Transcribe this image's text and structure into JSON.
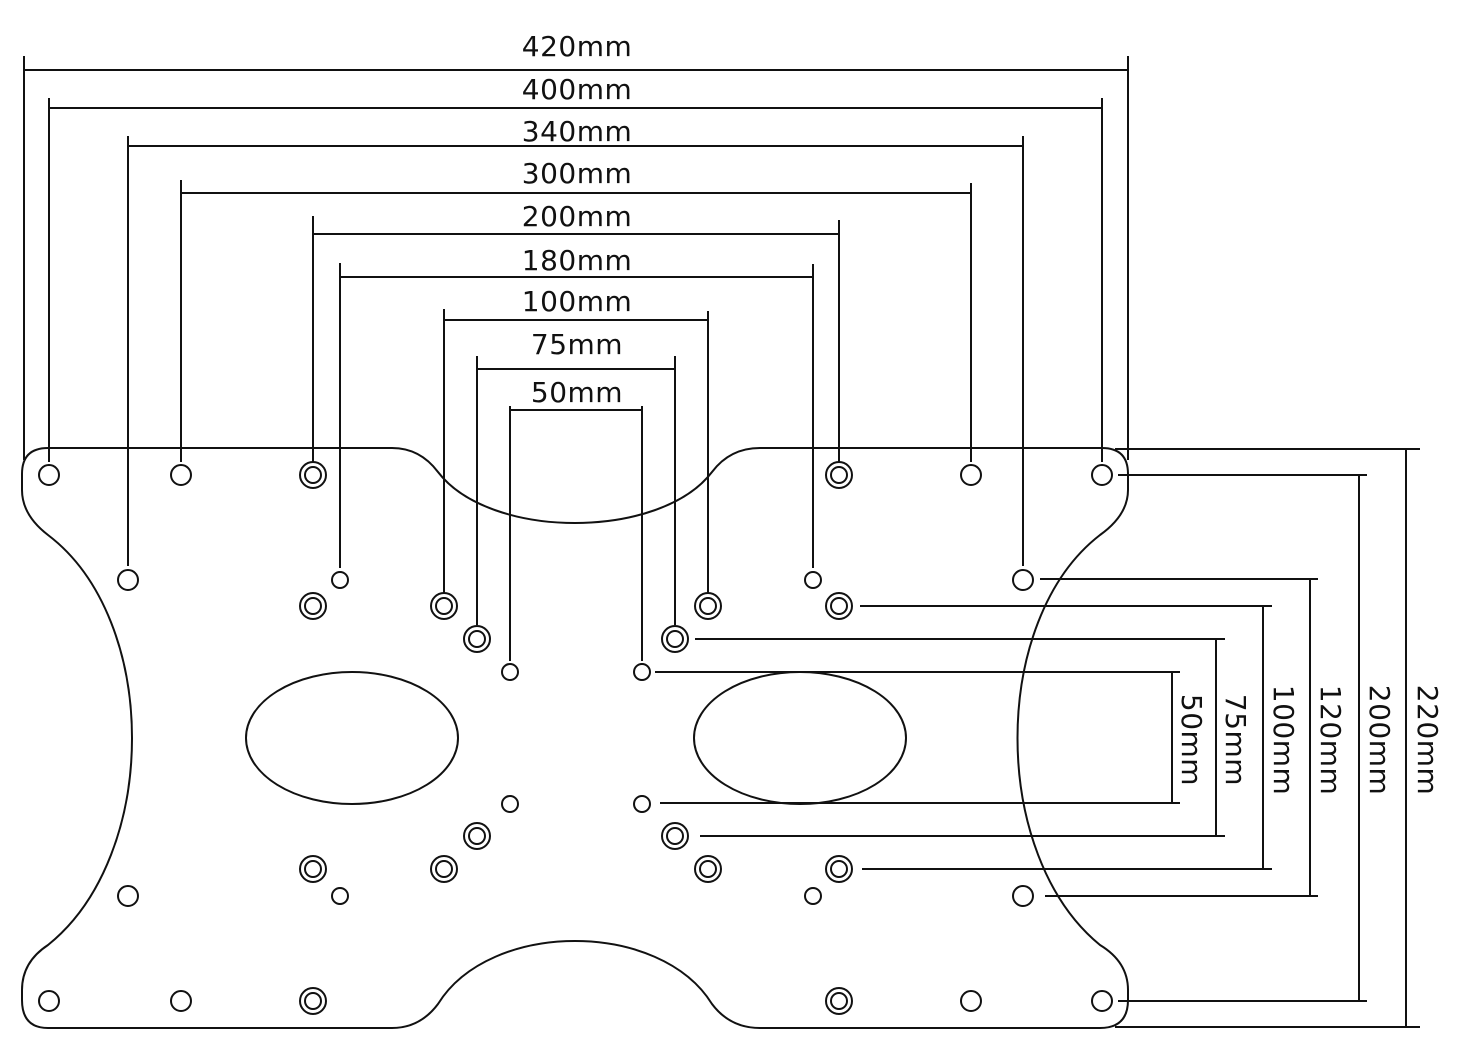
{
  "horizontal_dimensions": [
    "420mm",
    "400mm",
    "340mm",
    "300mm",
    "200mm",
    "180mm",
    "100mm",
    "75mm",
    "50mm"
  ],
  "vertical_dimensions": [
    "50mm",
    "75mm",
    "100mm",
    "120mm",
    "200mm",
    "220mm"
  ],
  "colors": {
    "line": "#111111",
    "background": "#ffffff"
  }
}
